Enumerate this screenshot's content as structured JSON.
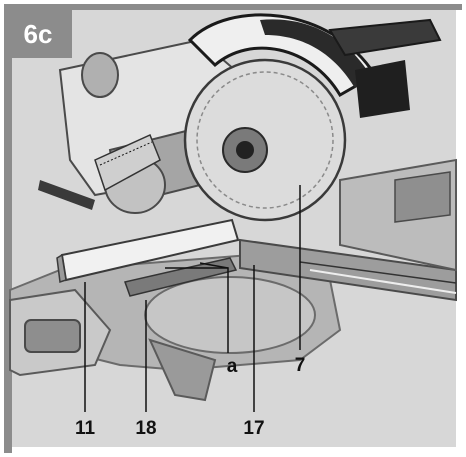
{
  "figure": {
    "badge": "6c",
    "callouts": {
      "c11": "11",
      "c18": "18",
      "c17": "17",
      "c7": "7",
      "ca": "a"
    },
    "colors": {
      "badge_bg": "#8c8c8c",
      "frame": "#8c8c8c",
      "background": "#d7d7d7",
      "metal_light": "#eeeeee",
      "metal_mid": "#b5b5b5",
      "metal_dark": "#5a5a5a",
      "black": "#1a1a1a"
    }
  }
}
